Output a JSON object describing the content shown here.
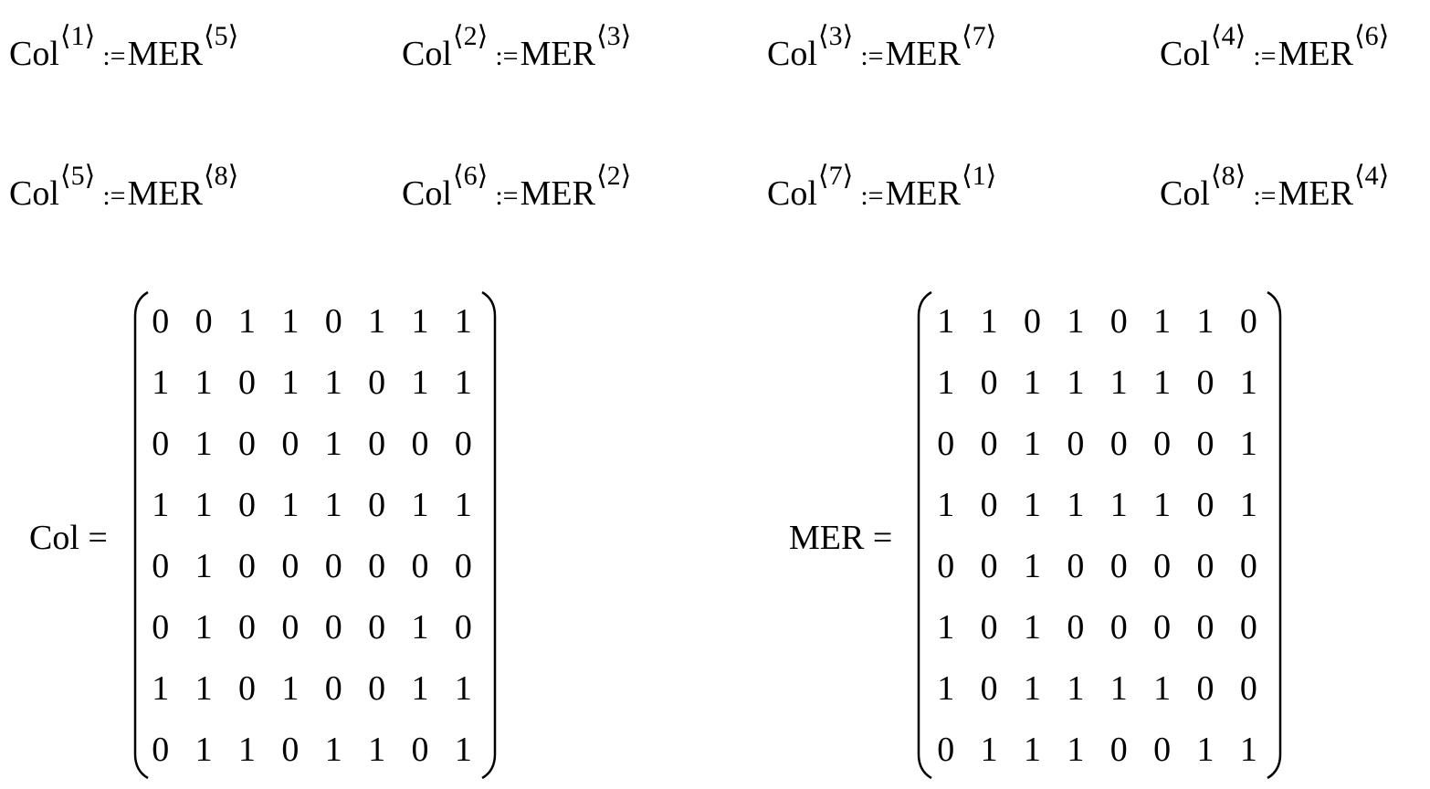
{
  "assignments": [
    {
      "lhs": "Col",
      "lhs_idx": "⟨1⟩",
      "op": ":=",
      "rhs": "MER",
      "rhs_idx": "⟨5⟩"
    },
    {
      "lhs": "Col",
      "lhs_idx": "⟨2⟩",
      "op": ":=",
      "rhs": "MER",
      "rhs_idx": "⟨3⟩"
    },
    {
      "lhs": "Col",
      "lhs_idx": "⟨3⟩",
      "op": ":=",
      "rhs": "MER",
      "rhs_idx": "⟨7⟩"
    },
    {
      "lhs": "Col",
      "lhs_idx": "⟨4⟩",
      "op": ":=",
      "rhs": "MER",
      "rhs_idx": "⟨6⟩"
    },
    {
      "lhs": "Col",
      "lhs_idx": "⟨5⟩",
      "op": ":=",
      "rhs": "MER",
      "rhs_idx": "⟨8⟩"
    },
    {
      "lhs": "Col",
      "lhs_idx": "⟨6⟩",
      "op": ":=",
      "rhs": "MER",
      "rhs_idx": "⟨2⟩"
    },
    {
      "lhs": "Col",
      "lhs_idx": "⟨7⟩",
      "op": ":=",
      "rhs": "MER",
      "rhs_idx": "⟨1⟩"
    },
    {
      "lhs": "Col",
      "lhs_idx": "⟨8⟩",
      "op": ":=",
      "rhs": "MER",
      "rhs_idx": "⟨4⟩"
    }
  ],
  "matrices": [
    {
      "label": "Col =",
      "rows": [
        [
          0,
          0,
          1,
          1,
          0,
          1,
          1,
          1
        ],
        [
          1,
          1,
          0,
          1,
          1,
          0,
          1,
          1
        ],
        [
          0,
          1,
          0,
          0,
          1,
          0,
          0,
          0
        ],
        [
          1,
          1,
          0,
          1,
          1,
          0,
          1,
          1
        ],
        [
          0,
          1,
          0,
          0,
          0,
          0,
          0,
          0
        ],
        [
          0,
          1,
          0,
          0,
          0,
          0,
          1,
          0
        ],
        [
          1,
          1,
          0,
          1,
          0,
          0,
          1,
          1
        ],
        [
          0,
          1,
          1,
          0,
          1,
          1,
          0,
          1
        ]
      ]
    },
    {
      "label": "MER =",
      "rows": [
        [
          1,
          1,
          0,
          1,
          0,
          1,
          1,
          0
        ],
        [
          1,
          0,
          1,
          1,
          1,
          1,
          0,
          1
        ],
        [
          0,
          0,
          1,
          0,
          0,
          0,
          0,
          1
        ],
        [
          1,
          0,
          1,
          1,
          1,
          1,
          0,
          1
        ],
        [
          0,
          0,
          1,
          0,
          0,
          0,
          0,
          0
        ],
        [
          1,
          0,
          1,
          0,
          0,
          0,
          0,
          0
        ],
        [
          1,
          0,
          1,
          1,
          1,
          1,
          0,
          0
        ],
        [
          0,
          1,
          1,
          1,
          0,
          0,
          1,
          1
        ]
      ]
    }
  ]
}
